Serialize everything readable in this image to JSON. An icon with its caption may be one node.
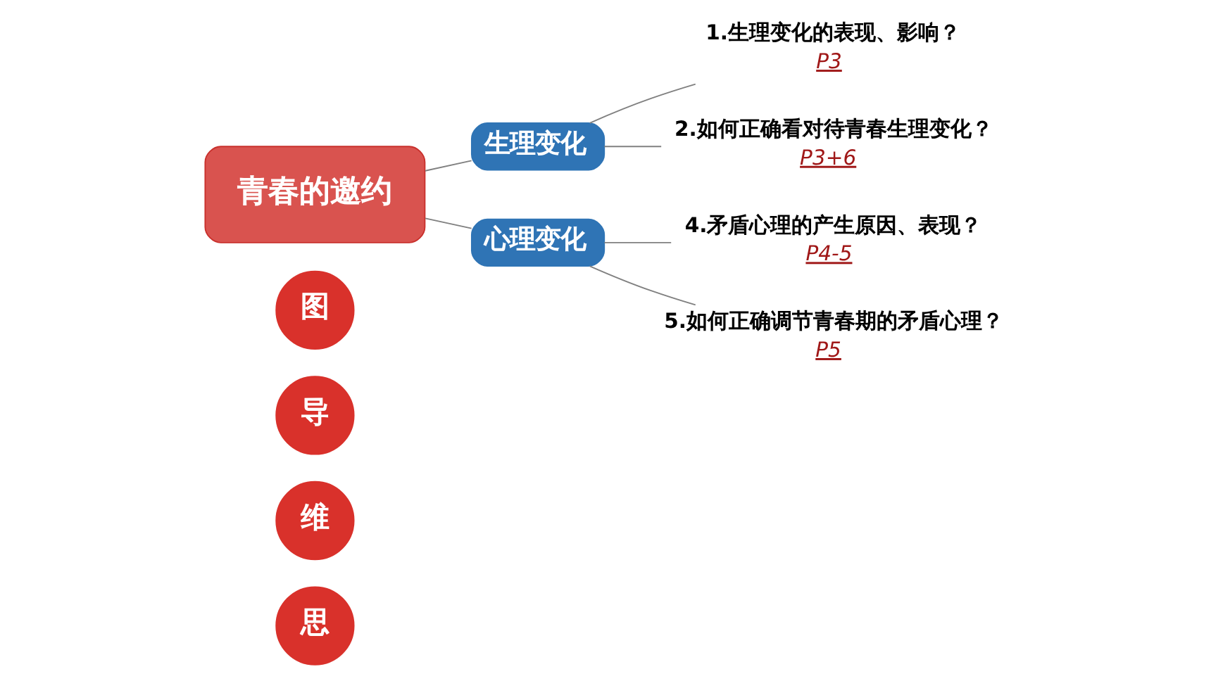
{
  "diagram": {
    "nodes": [
      {
        "text": [
          "思"
        ]
      },
      {
        "text": [
          "维"
        ]
      },
      {
        "text": [
          "导"
        ]
      },
      {
        "text": [
          "图"
        ]
      },
      {
        "text": [
          "青春的邀约"
        ]
      },
      {
        "text": [
          "生理变化"
        ]
      },
      {
        "text": [
          "心理变化"
        ]
      },
      {
        "text": [
          "1.生理变化的表现、影响？"
        ],
        "beside": [
          "P3"
        ]
      },
      {
        "text": [
          "2.如何正确看对待青春生理变化？"
        ],
        "beside": [
          "P3+6"
        ]
      },
      {
        "text": [
          "4.矛盾心理的产生原因、表现？"
        ],
        "beside": [
          "P4-5"
        ]
      },
      {
        "text": [
          "5.如何正确调节青春期的矛盾心理？"
        ],
        "beside": [
          "P5"
        ]
      }
    ],
    "edges": [
      {
        "from": 4,
        "to": 5,
        "arrow": "none"
      },
      {
        "from": 4,
        "to": 6,
        "arrow": "none"
      },
      {
        "from": 5,
        "to": 7,
        "arrow": "none"
      },
      {
        "from": 5,
        "to": 8,
        "arrow": "none"
      },
      {
        "from": 6,
        "to": 9,
        "arrow": "none"
      },
      {
        "from": 6,
        "to": 10,
        "arrow": "none"
      }
    ]
  }
}
